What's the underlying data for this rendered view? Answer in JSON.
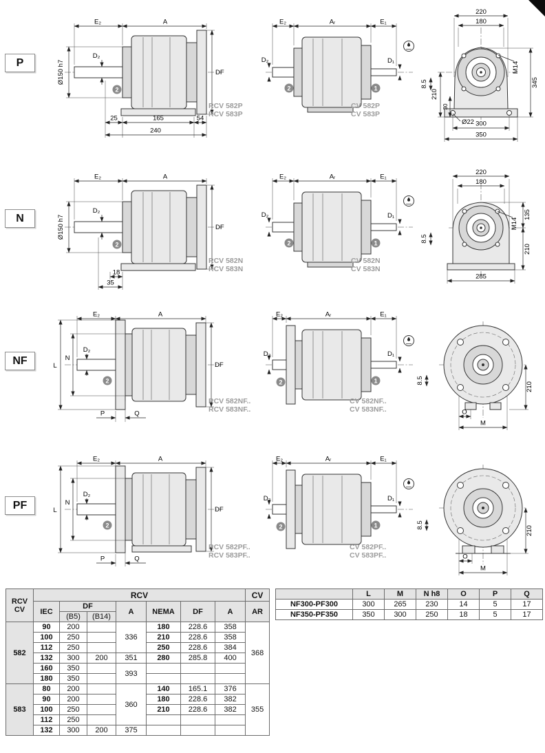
{
  "rows": [
    {
      "tag": "P",
      "left": {
        "e2": "E₂",
        "a": "A",
        "pilot": "Ø150 h7",
        "d2": "D₂",
        "df": "DF",
        "badge2": "2",
        "dim25": "25",
        "dim165": "165",
        "dim54": "54",
        "dim240": "240",
        "model1": "RCV 582P",
        "model2": "RCV 583P"
      },
      "mid": {
        "e2": "E₂",
        "ar": "Aᵣ",
        "e1": "E₁",
        "d2": "D₂",
        "d1": "D₁",
        "badge2": "2",
        "badge1": "1",
        "model1": "CV 582P",
        "model2": "CV 583P"
      },
      "right": {
        "w1": "220",
        "w2": "180",
        "m14": "M14",
        "h1": "345",
        "s1": "8.5",
        "h2": "210",
        "h3": "30",
        "hole": "Ø22",
        "b1": "300",
        "b2": "350"
      }
    },
    {
      "tag": "N",
      "left": {
        "e2": "E₂",
        "a": "A",
        "pilot": "Ø150 h7",
        "d2": "D₂",
        "df": "DF",
        "badge2": "2",
        "dim18": "18",
        "dim35": "35",
        "model1": "RCV 582N",
        "model2": "RCV 583N"
      },
      "mid": {
        "e2": "E₂",
        "ar": "Aᵣ",
        "e1": "E₁",
        "d2": "D₂",
        "d1": "D₁",
        "badge2": "2",
        "badge1": "1",
        "model1": "CV 582N",
        "model2": "CV 583N"
      },
      "right": {
        "w1": "220",
        "w2": "180",
        "m14": "M14",
        "h1": "135",
        "h2": "210",
        "s1": "8.5",
        "b1": "285"
      }
    },
    {
      "tag": "NF",
      "left": {
        "e2": "E₂",
        "a": "A",
        "l": "L",
        "n": "N",
        "d2": "D₂",
        "df": "DF",
        "badge2": "2",
        "p": "P",
        "q": "Q",
        "model1": "RCV 582NF..",
        "model2": "RCV 583NF.."
      },
      "mid": {
        "e2": "E₂",
        "ar": "Aᵣ",
        "e1": "E₁",
        "d2": "D₂",
        "d1": "D₁",
        "badge2": "2",
        "badge1": "1",
        "s1": "8.5",
        "model1": "CV 582NF..",
        "model2": "CV 583NF.."
      },
      "right": {
        "h1": "210",
        "o": "O",
        "m": "M"
      }
    },
    {
      "tag": "PF",
      "left": {
        "e2": "E₂",
        "a": "A",
        "l": "L",
        "n": "N",
        "d2": "D₂",
        "df": "DF",
        "badge2": "2",
        "p": "P",
        "q": "Q",
        "model1": "RCV 582PF..",
        "model2": "RCV 583PF.."
      },
      "mid": {
        "e2": "E₂",
        "ar": "Aᵣ",
        "e1": "E₁",
        "d2": "D₂",
        "d1": "D₁",
        "badge2": "2",
        "badge1": "1",
        "s1": "8.5",
        "model1": "CV 582PF..",
        "model2": "CV 583PF.."
      },
      "right": {
        "h1": "210",
        "o": "O",
        "m": "M"
      }
    }
  ],
  "tables": {
    "rcv": {
      "title": "RCV",
      "title_cv": "CV",
      "corner1": "RCV",
      "corner2": "CV",
      "h_iec": "IEC",
      "h_df": "DF",
      "h_b5": "(B5)",
      "h_b14": "(B14)",
      "h_a": "A",
      "h_nema": "NEMA",
      "h_df2": "DF",
      "h_a2": "A",
      "h_ar": "AR",
      "g582": "582",
      "g583": "583",
      "ar582": "368",
      "ar583": "355",
      "a582_1": "336",
      "a582_2": "351",
      "a582_3": "393",
      "a583_1": "360",
      "a583_2": "375",
      "r582": [
        {
          "iec": "90",
          "b5": "200",
          "b14": "",
          "nema": "180",
          "df": "228.6",
          "a": "358"
        },
        {
          "iec": "100",
          "b5": "250",
          "b14": "",
          "nema": "210",
          "df": "228.6",
          "a": "358"
        },
        {
          "iec": "112",
          "b5": "250",
          "b14": "",
          "nema": "250",
          "df": "228.6",
          "a": "384"
        },
        {
          "iec": "132",
          "b5": "300",
          "b14": "200",
          "nema": "280",
          "df": "285.8",
          "a": "400"
        },
        {
          "iec": "160",
          "b5": "350",
          "b14": "",
          "nema": "",
          "df": "",
          "a": ""
        },
        {
          "iec": "180",
          "b5": "350",
          "b14": "",
          "nema": "",
          "df": "",
          "a": ""
        }
      ],
      "r583": [
        {
          "iec": "80",
          "b5": "200",
          "b14": "",
          "nema": "140",
          "df": "165.1",
          "a": "376"
        },
        {
          "iec": "90",
          "b5": "200",
          "b14": "",
          "nema": "180",
          "df": "228.6",
          "a": "382"
        },
        {
          "iec": "100",
          "b5": "250",
          "b14": "",
          "nema": "210",
          "df": "228.6",
          "a": "382"
        },
        {
          "iec": "112",
          "b5": "250",
          "b14": "",
          "nema": "",
          "df": "",
          "a": ""
        },
        {
          "iec": "132",
          "b5": "300",
          "b14": "200",
          "nema": "",
          "df": "",
          "a": ""
        }
      ]
    },
    "nfpf": {
      "h": [
        "L",
        "M",
        "N h8",
        "O",
        "P",
        "Q"
      ],
      "rows": [
        {
          "name": "NF300-PF300",
          "vals": [
            "300",
            "265",
            "230",
            "14",
            "5",
            "17"
          ]
        },
        {
          "name": "NF350-PF350",
          "vals": [
            "350",
            "300",
            "250",
            "18",
            "5",
            "17"
          ]
        }
      ]
    }
  }
}
